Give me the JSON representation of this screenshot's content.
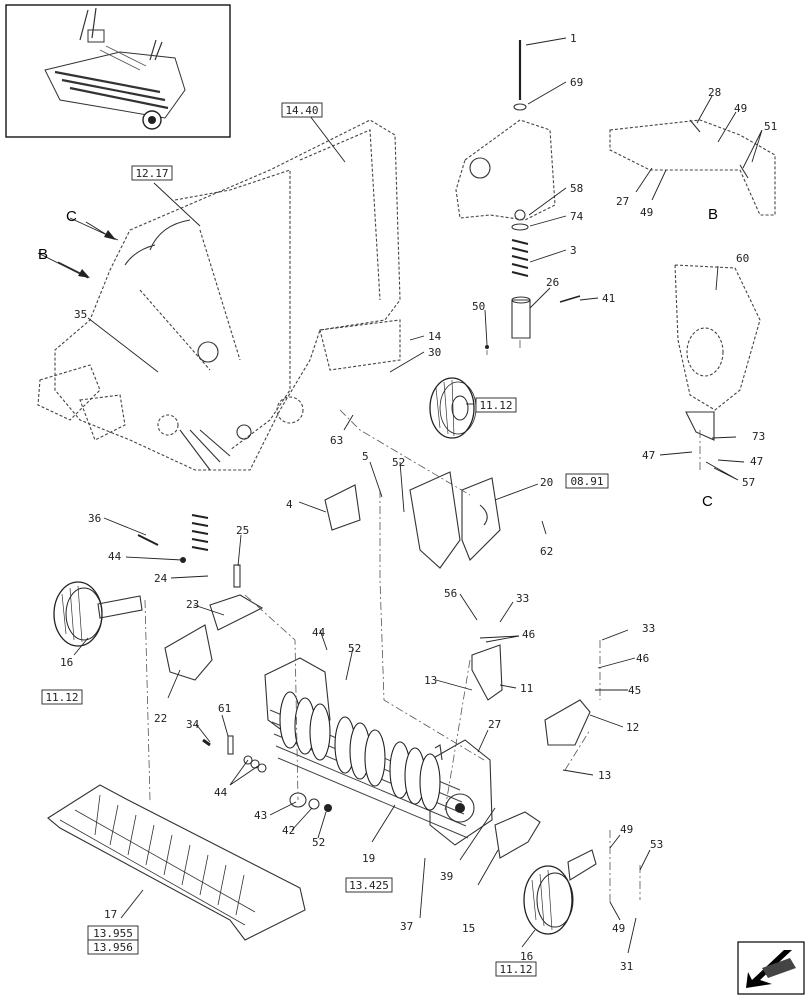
{
  "references": {
    "r1440": "14.40",
    "r1217": "12.17",
    "r1112a": "11.12",
    "r0891": "08.91",
    "r1112b": "11.12",
    "r13425": "13.425",
    "r13955": "13.955",
    "r13956": "13.956",
    "r1112c": "11.12"
  },
  "view_letters": {
    "c_arrow": "C",
    "b_arrow": "B",
    "b_view": "B",
    "c_view": "C"
  },
  "callouts": [
    "1",
    "69",
    "28",
    "49",
    "51",
    "58",
    "74",
    "3",
    "27",
    "49",
    "50",
    "26",
    "41",
    "60",
    "35",
    "14",
    "30",
    "63",
    "5",
    "52",
    "20",
    "4",
    "62",
    "73",
    "47",
    "47",
    "57",
    "36",
    "44",
    "25",
    "24",
    "23",
    "56",
    "33",
    "46",
    "33",
    "46",
    "45",
    "16",
    "44",
    "52",
    "13",
    "11",
    "12",
    "22",
    "34",
    "61",
    "27",
    "13",
    "44",
    "43",
    "42",
    "52",
    "19",
    "39",
    "15",
    "49",
    "53",
    "49",
    "31",
    "37",
    "16",
    "17"
  ]
}
